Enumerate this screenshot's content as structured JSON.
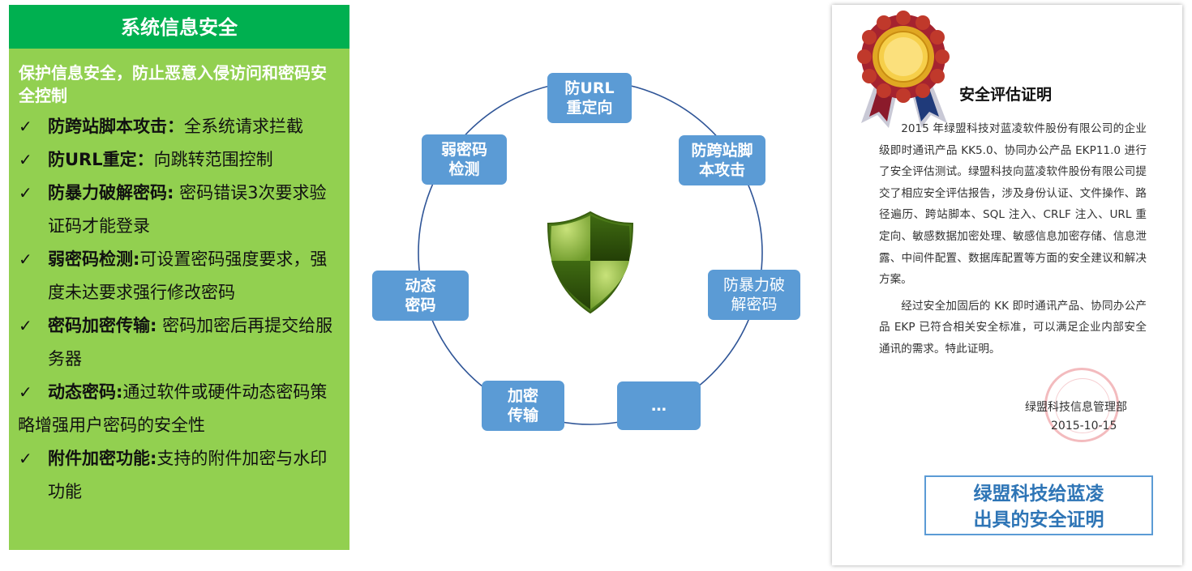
{
  "left": {
    "header": "系统信息安全",
    "intro": "保护信息安全，防止恶意入侵访问和密码安全控制",
    "features": [
      {
        "title": "防跨站脚本攻击：",
        "desc": "全系统请求拦截"
      },
      {
        "title": "防URL重定：",
        "desc": "向跳转范围控制"
      },
      {
        "title": "防暴力破解密码:",
        "desc": " 密码错误3次要求验证码才能登录"
      },
      {
        "title": "弱密码检测:",
        "desc": "可设置密码强度要求，强度未达要求强行修改密码"
      },
      {
        "title": "密码加密传输:",
        "desc": " 密码加密后再提交给服务器"
      },
      {
        "title": "动态密码:",
        "desc": "通过软件或硬件动态密码策略增强用户密码的安全性"
      },
      {
        "title": "附件加密功能:",
        "desc": "支持的附件加密与水印功能"
      }
    ],
    "check_mark": "✓"
  },
  "diagram": {
    "nodes": [
      {
        "id": "url",
        "label": "防URL\n重定向"
      },
      {
        "id": "xss",
        "label": "防跨站脚\n本攻击"
      },
      {
        "id": "brute",
        "label": "防暴力破\n解密码"
      },
      {
        "id": "more",
        "label": "…"
      },
      {
        "id": "encrypt",
        "label": "加密\n传输"
      },
      {
        "id": "dynamic",
        "label": "动态\n密码"
      },
      {
        "id": "weak",
        "label": "弱密码\n检测"
      }
    ],
    "ring_color": "#2f5597",
    "node_color": "#5b9bd5",
    "shield_icon": "shield-icon"
  },
  "certificate": {
    "title": "安全评估证明",
    "paragraph1": "2015 年绿盟科技对蓝凌软件股份有限公司的企业级即时通讯产品 KK5.0、协同办公产品 EKP11.0 进行了安全评估测试。绿盟科技向蓝凌软件股份有限公司提交了相应安全评估报告，涉及身份认证、文件操作、路径遍历、跨站脚本、SQL 注入、CRLF 注入、URL 重定向、敏感数据加密处理、敏感信息加密存储、信息泄露、中间件配置、数据库配置等方面的安全建议和解决方案。",
    "paragraph2": "经过安全加固后的 KK 即时通讯产品、协同办公产品 EKP 已符合相关安全标准，可以满足企业内部安全通讯的需求。特此证明。",
    "org": "绿盟科技信息管理部",
    "date": "2015-10-15",
    "caption": "绿盟科技给蓝凌\n出具的安全证明",
    "medal_icon": "award-medal-icon",
    "seal_icon": "red-seal-stamp"
  },
  "colors": {
    "left_panel": "#92d050",
    "left_header": "#00b050",
    "caption_text": "#2e75b6"
  }
}
